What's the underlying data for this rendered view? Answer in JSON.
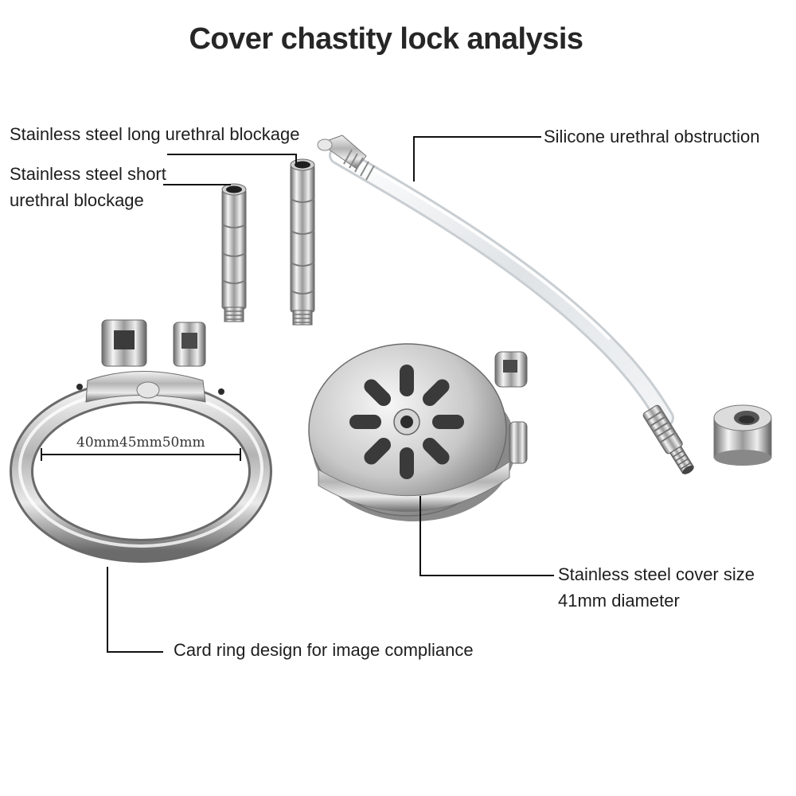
{
  "title": "Cover chastity lock analysis",
  "labels": {
    "long_blockage": "Stainless steel long urethral blockage",
    "short_blockage_line1": "Stainless steel short",
    "short_blockage_line2": "urethral blockage",
    "silicone": "Silicone urethral obstruction",
    "cover_line1": "Stainless steel cover size",
    "cover_line2": "41mm diameter",
    "ring": "Card ring design for image compliance",
    "ring_sizes": "40mm45mm50mm"
  },
  "colors": {
    "steel_light": "#f4f4f4",
    "steel_mid": "#b9b9b9",
    "steel_dark": "#5a5a5a",
    "silicone": "#e6e9ec",
    "leader_line": "#111111"
  }
}
